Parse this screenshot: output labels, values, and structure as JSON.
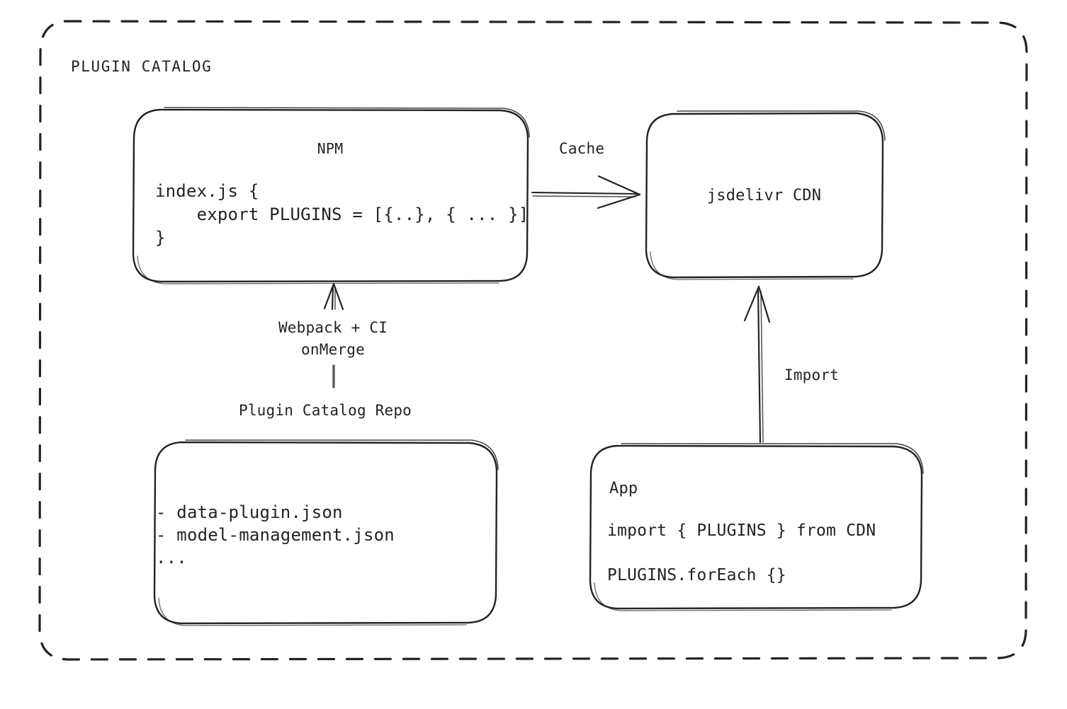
{
  "diagram": {
    "frame_title": "PLUGIN CATALOG",
    "nodes": {
      "npm": {
        "title": "NPM",
        "code": "index.js {\n    export PLUGINS = [{..}, { ... }]\n}"
      },
      "cdn": {
        "title": "jsdelivr CDN"
      },
      "repo": {
        "title": "Plugin Catalog Repo",
        "items": "- data-plugin.json\n- model-management.json\n..."
      },
      "app": {
        "title": "App",
        "line1": "import { PLUGINS } from CDN",
        "line2": "PLUGINS.forEach {}"
      }
    },
    "edges": {
      "cache": "Cache",
      "import": "Import",
      "build": "Webpack + CI\nonMerge"
    },
    "colors": {
      "stroke": "#232323",
      "background": "#ffffff",
      "text": "#232323"
    }
  }
}
